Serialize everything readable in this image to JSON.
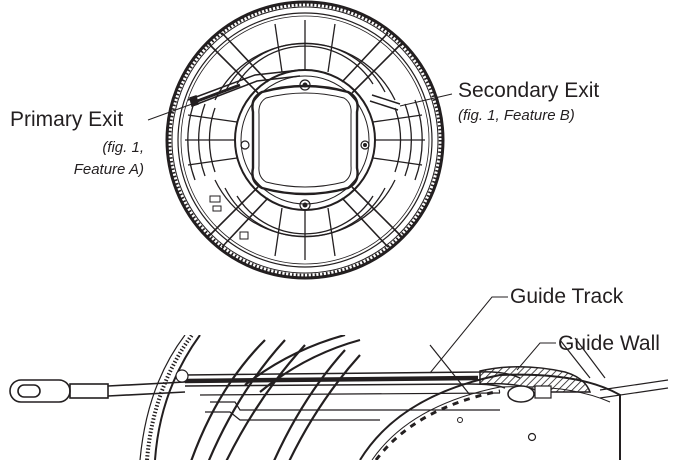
{
  "labels": {
    "primary_exit": {
      "title": "Primary Exit",
      "note_line1": "(fig. 1,",
      "note_line2": "Feature A)"
    },
    "secondary_exit": {
      "title": "Secondary Exit",
      "note": "(fig. 1, Feature B)"
    },
    "guide_track": "Guide Track",
    "guide_wall": "Guide Wall"
  },
  "colors": {
    "line": "#231f20",
    "hatch": "#6d6e71",
    "background": "#ffffff"
  },
  "icons": [
    "cable-reel-top-view",
    "reel-detail-view"
  ]
}
